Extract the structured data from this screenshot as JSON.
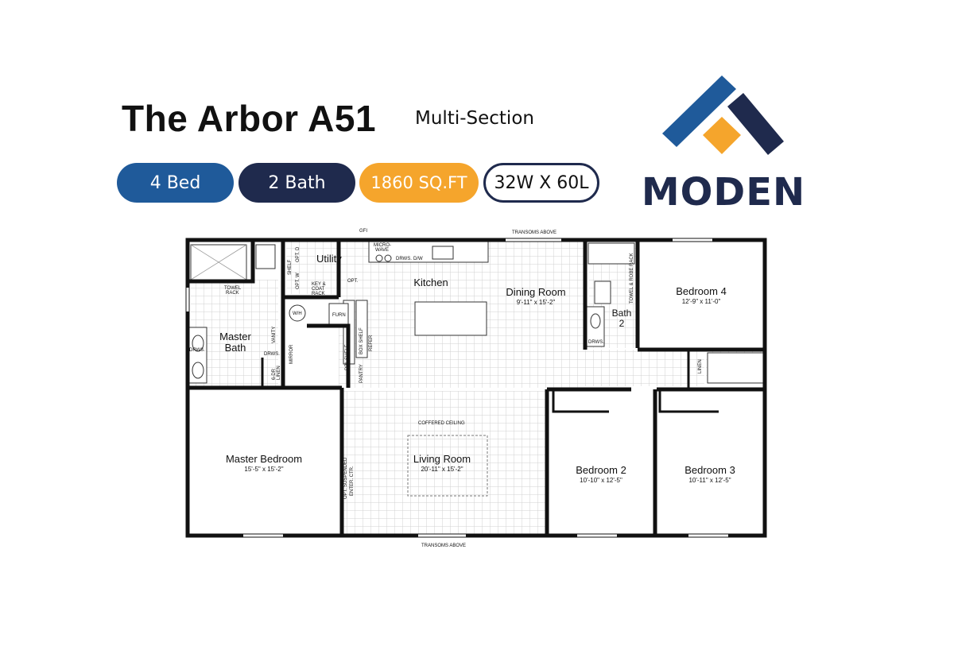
{
  "header": {
    "title": "The Arbor A51",
    "subtitle": "Multi-Section"
  },
  "specs": {
    "beds": "4 Bed",
    "baths": "2 Bath",
    "area": "1860 SQ.FT",
    "dimensions": "32W X 60L"
  },
  "brand": {
    "name": "MODEN"
  },
  "colors": {
    "blue": "#1f5a9a",
    "navy": "#1f2a4d",
    "orange": "#f5a52c",
    "wall": "#111111",
    "floor_grid": "#d2d2d2"
  },
  "floorplan": {
    "rooms": {
      "utility": "Utility",
      "kitchen": "Kitchen",
      "dining_room": "Dining Room",
      "dining_room_size": "9'-11\" x 15'-2\"",
      "bedroom4": "Bedroom 4",
      "bedroom4_size": "12'-9\" x 11'-0\"",
      "bath2_line1": "Bath",
      "bath2_line2": "2",
      "master_bath_line1": "Master",
      "master_bath_line2": "Bath",
      "master_bedroom": "Master Bedroom",
      "master_bedroom_size": "15'-5\" x 15'-2\"",
      "living_room": "Living Room",
      "living_room_size": "20'-11\" x 15'-2\"",
      "bedroom2": "Bedroom 2",
      "bedroom2_size": "10'-10\" x 12'-5\"",
      "bedroom3": "Bedroom 3",
      "bedroom3_size": "10'-11\" x 12'-5\""
    },
    "labels": {
      "gfi": "GFI",
      "microwave_1": "MICRO-",
      "microwave_2": "WAVE",
      "drws": "DRWS.",
      "dw": "D/W",
      "transoms_above_top": "TRANSOMS ABOVE",
      "transoms_above_bottom": "TRANSOMS ABOVE",
      "opt": "OPT.",
      "opt_d": "OPT. D",
      "opt_w": "OPT. W",
      "shelf": "SHELF",
      "key_coat_1": "KEY &",
      "key_coat_2": "COAT",
      "key_coat_3": "RACK",
      "towel_rack_1": "TOWEL",
      "towel_rack_2": "RACK",
      "wh": "W/H",
      "furn": "FURN",
      "vanity": "VANITY",
      "mirror": "MIRROR",
      "drws_master_1": "DRWS.",
      "drws_master_2": "DRWS.",
      "linen_6dr_1": "6-DR",
      "linen_6dr_2": "LINEN",
      "dbl_shelf": "DBL SHELF",
      "box_shelf": "BOX SHELF",
      "refer": "REFER",
      "pantry": "PANTRY",
      "towel_robe_rack": "TOWEL & ROBE RACK",
      "drws_bath2": "DRWS.",
      "linen": "LINEN",
      "coffered_ceiling": "COFFERED CEILING",
      "opt_suspended_1": "OPT. SUSPENDED",
      "opt_suspended_2": "ENTER. CTR."
    }
  }
}
